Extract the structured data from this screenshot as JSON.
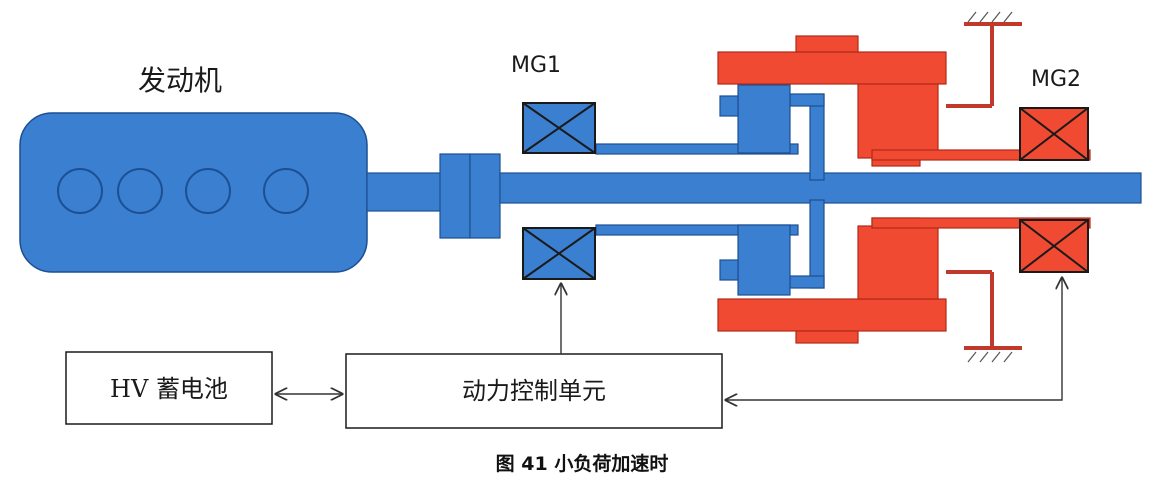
{
  "labels": {
    "engine": "发动机",
    "mg1": "MG1",
    "mg2": "MG2",
    "battery": "HV 蓄电池",
    "pcu": "动力控制单元"
  },
  "caption": "图 41  小负荷加速时",
  "colors": {
    "blue": "#3b7fd0",
    "blue_stroke": "#1d4f93",
    "red": "#f04a32",
    "red_stroke": "#b02a18"
  }
}
